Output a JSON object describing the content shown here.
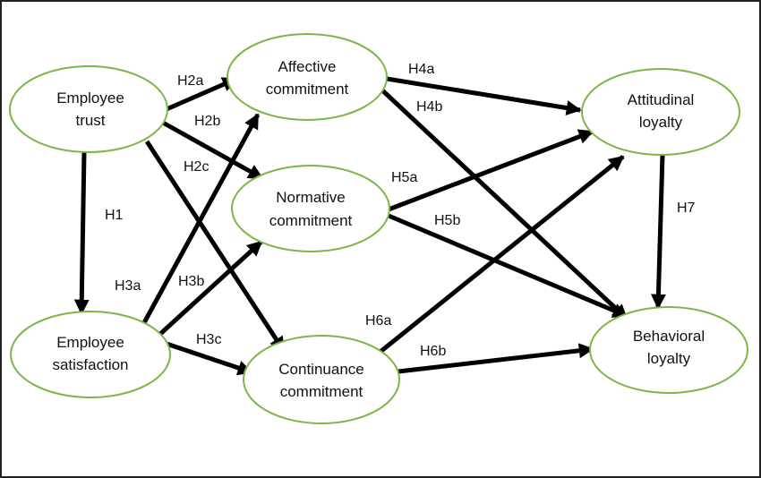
{
  "colors": {
    "node_border": "#7ab648",
    "arrow": "#000000",
    "frame": "#222222"
  },
  "nodes": {
    "trust": {
      "line1": "Employee",
      "line2": "trust"
    },
    "satisfaction": {
      "line1": "Employee",
      "line2": "satisfaction"
    },
    "affective": {
      "line1": "Affective",
      "line2": "commitment"
    },
    "normative": {
      "line1": "Normative",
      "line2": "commitment"
    },
    "continuance": {
      "line1": "Continuance",
      "line2": "commitment"
    },
    "attitudinal": {
      "line1": "Attitudinal",
      "line2": "loyalty"
    },
    "behavioral": {
      "line1": "Behavioral",
      "line2": "loyalty"
    }
  },
  "edges": {
    "h1": {
      "label": "H1",
      "from": "trust",
      "to": "satisfaction"
    },
    "h2a": {
      "label": "H2a",
      "from": "trust",
      "to": "affective"
    },
    "h2b": {
      "label": "H2b",
      "from": "trust",
      "to": "normative"
    },
    "h2c": {
      "label": "H2c",
      "from": "trust",
      "to": "continuance"
    },
    "h3a": {
      "label": "H3a",
      "from": "satisfaction",
      "to": "affective"
    },
    "h3b": {
      "label": "H3b",
      "from": "satisfaction",
      "to": "normative"
    },
    "h3c": {
      "label": "H3c",
      "from": "satisfaction",
      "to": "continuance"
    },
    "h4a": {
      "label": "H4a",
      "from": "affective",
      "to": "attitudinal"
    },
    "h4b": {
      "label": "H4b",
      "from": "affective",
      "to": "behavioral"
    },
    "h5a": {
      "label": "H5a",
      "from": "normative",
      "to": "attitudinal"
    },
    "h5b": {
      "label": "H5b",
      "from": "normative",
      "to": "behavioral"
    },
    "h6a": {
      "label": "H6a",
      "from": "continuance",
      "to": "attitudinal"
    },
    "h6b": {
      "label": "H6b",
      "from": "continuance",
      "to": "behavioral"
    },
    "h7": {
      "label": "H7",
      "from": "attitudinal",
      "to": "behavioral"
    }
  }
}
